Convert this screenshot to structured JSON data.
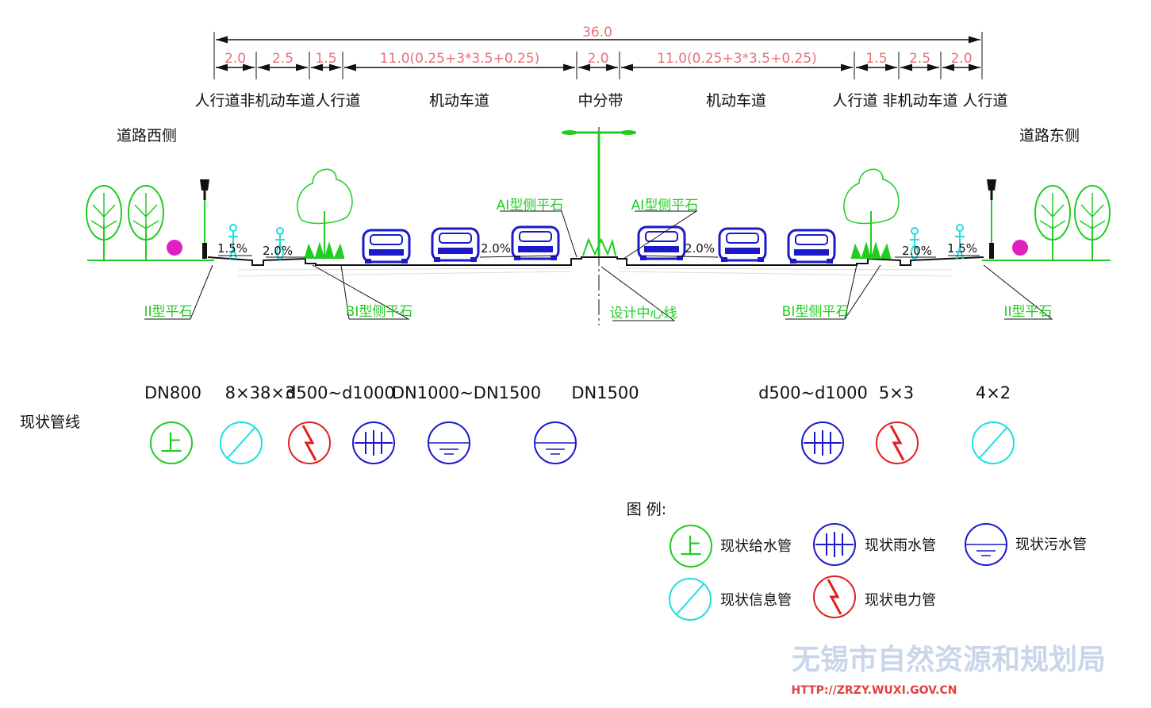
{
  "dimensions": {
    "total": "36.0",
    "segments": [
      "2.0",
      "2.5",
      "1.5",
      "11.0(0.25+3*3.5+0.25)",
      "2.0",
      "11.0(0.25+3*3.5+0.25)",
      "1.5",
      "2.5",
      "2.0"
    ]
  },
  "sections": {
    "west_side": "人行道非机动车道人行道",
    "west_lanes": "机动车道",
    "median": "中分带",
    "east_lanes": "机动车道",
    "east_side": "人行道 非机动车道 人行道"
  },
  "sides": {
    "west": "道路西侧",
    "east": "道路东侧"
  },
  "callouts": {
    "ai_left": "AI型侧平石",
    "ai_right": "AI型侧平石",
    "ii_left": "II型平石",
    "bi_left": "BI型侧平石",
    "centerline": "设计中心线",
    "bi_right": "BI型侧平石",
    "ii_right": "II型平石"
  },
  "slopes": [
    "1.5%",
    "2.0%",
    "2.0%",
    "2.0%",
    "2.0%",
    "1.5%"
  ],
  "pipelines": {
    "title": "现状管线",
    "sizes": [
      "DN800",
      "8×38×3",
      "d500~d1000",
      "DN1000~DN1500",
      "DN1500",
      "d500~d1000",
      "5×3",
      "4×2"
    ]
  },
  "legend": {
    "title": "图  例:",
    "water": "现状给水管",
    "rain": "现状雨水管",
    "sewer": "现状污水管",
    "telecom": "现状信息管",
    "power": "现状电力管",
    "water_glyph": "上"
  },
  "watermark": {
    "name": "无锡市自然资源和规划局",
    "url": "HTTP://ZRZY.WUXI.GOV.CN"
  },
  "colors": {
    "green": "#22cc22",
    "blue": "#1a1acc",
    "red": "#e02020",
    "cyan": "#22dddd",
    "dim": "#e8707a"
  }
}
